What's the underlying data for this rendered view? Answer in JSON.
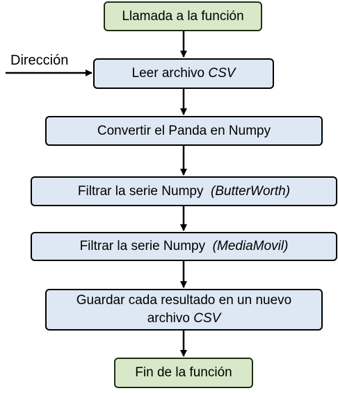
{
  "flowchart": {
    "start": {
      "text": "Llamada a la función"
    },
    "read": {
      "text": "Leer archivo ",
      "emph": "CSV"
    },
    "convert": {
      "text": "Convertir el Panda en Numpy"
    },
    "filter_butter": {
      "text": "Filtrar la serie Numpy  ",
      "emph": "(ButterWorth)"
    },
    "filter_moving": {
      "text": "Filtrar la serie Numpy  ",
      "emph": "(MediaMovil)"
    },
    "save": {
      "line1": "Guardar cada resultado en un nuevo",
      "line2": "archivo ",
      "emph": "CSV"
    },
    "end": {
      "text": "Fin de la función"
    },
    "input_label": "Dirección"
  },
  "colors": {
    "terminal_fill": "#d8e8c8",
    "process_fill": "#dde8f4",
    "stroke": "#000000"
  }
}
